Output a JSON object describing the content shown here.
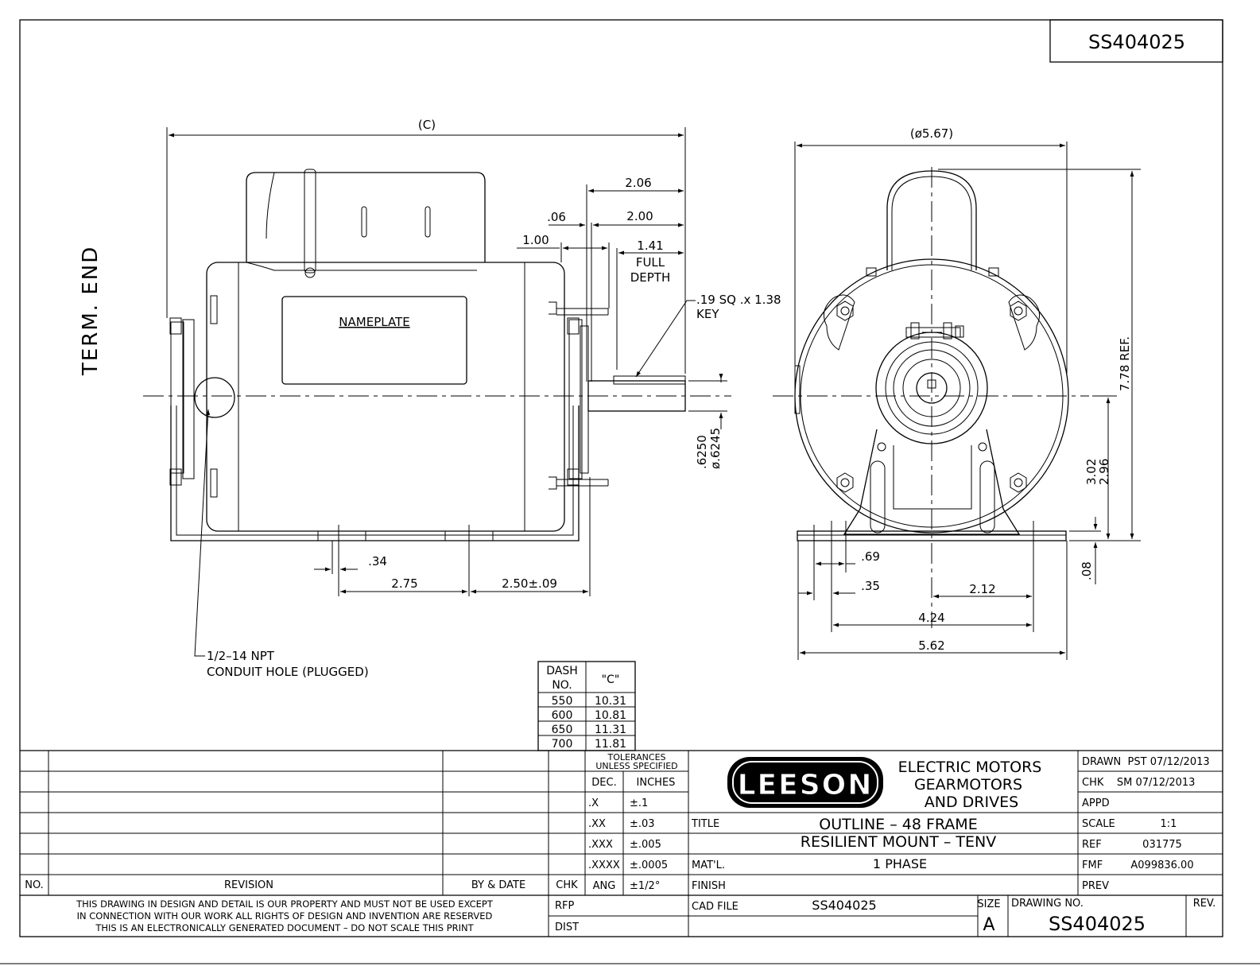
{
  "drawing_number_top": "SS404025",
  "side_label": "TERM. END",
  "side_view": {
    "overall_length": "(C)",
    "dim_206": "2.06",
    "dim_200": "2.00",
    "dim_06": ".06",
    "dim_100": "1.00",
    "dim_141": "1.41",
    "full_depth_1": "FULL",
    "full_depth_2": "DEPTH",
    "key_1": ".19 SQ .x 1.38",
    "key_2": "KEY",
    "nameplate": "NAMEPLATE",
    "shaft_dia_1": ".6250",
    "shaft_dia_2": "ø.6245",
    "dim_34": ".34",
    "dim_275": "2.75",
    "dim_250": "2.50±.09",
    "conduit_1": "1/2–14 NPT",
    "conduit_2": "CONDUIT HOLE (PLUGGED)"
  },
  "end_view": {
    "diameter": "(ø5.67)",
    "height_ref": "7.78 REF.",
    "shaft_height_1": "3.02",
    "shaft_height_2": "2.96",
    "dim_08": ".08",
    "dim_69": ".69",
    "dim_35": ".35",
    "dim_212": "2.12",
    "dim_424": "4.24",
    "dim_562": "5.62"
  },
  "dash_table": {
    "header_dash_1": "DASH",
    "header_dash_2": "NO.",
    "header_c": "\"C\"",
    "rows": [
      {
        "dash": "550",
        "c": "10.31"
      },
      {
        "dash": "600",
        "c": "10.81"
      },
      {
        "dash": "650",
        "c": "11.31"
      },
      {
        "dash": "700",
        "c": "11.81"
      }
    ]
  },
  "revision_block": {
    "no": "NO.",
    "revision": "REVISION",
    "by_date": "BY & DATE",
    "chk": "CHK"
  },
  "tolerances": {
    "title_1": "TOLERANCES",
    "title_2": "UNLESS SPECIFIED",
    "dec": "DEC.",
    "inches": "INCHES",
    "rows": [
      {
        "k": ".X",
        "v": "±.1"
      },
      {
        "k": ".XX",
        "v": "±.03"
      },
      {
        "k": ".XXX",
        "v": "±.005"
      },
      {
        "k": ".XXXX",
        "v": "±.0005"
      },
      {
        "k": "ANG",
        "v": "±1/2°"
      }
    ]
  },
  "company": {
    "logo": "LEESON",
    "line1": "ELECTRIC MOTORS",
    "line2": "GEARMOTORS",
    "line3": "AND DRIVES"
  },
  "title_block": {
    "title_label": "TITLE",
    "title_1": "OUTLINE – 48 FRAME",
    "title_2": "RESILIENT MOUNT – TENV",
    "matl_label": "MAT'L.",
    "matl": "1 PHASE",
    "finish_label": "FINISH",
    "cad_label": "CAD FILE",
    "cad_file": "SS404025",
    "size_label": "SIZE",
    "size": "A",
    "drawing_no_label": "DRAWING NO.",
    "drawing_no": "SS404025",
    "rev_label": "REV.",
    "rfp": "RFP",
    "dist": "DIST"
  },
  "approval": {
    "drawn": "DRAWN  PST 07/12/2013",
    "chk": "CHK    SM 07/12/2013",
    "appd": "APPD",
    "scale_label": "SCALE",
    "scale": "1:1",
    "ref_label": "REF",
    "ref": "031775",
    "fmf_label": "FMF",
    "fmf": "A099836.00",
    "prev": "PREV"
  },
  "disclaimer": {
    "line1": "THIS DRAWING IN DESIGN AND DETAIL IS OUR PROPERTY AND MUST NOT BE USED EXCEPT",
    "line2": "IN CONNECTION WITH OUR WORK ALL RIGHTS OF DESIGN AND INVENTION ARE RESERVED",
    "line3": "THIS IS AN ELECTRONICALLY GENERATED DOCUMENT – DO NOT SCALE THIS PRINT"
  }
}
